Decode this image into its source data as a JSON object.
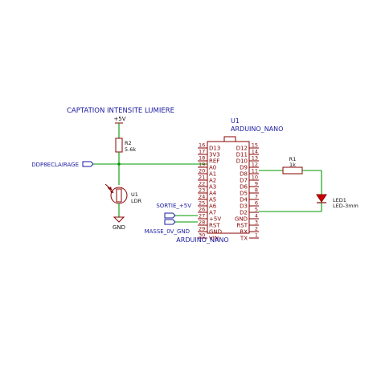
{
  "title": "CAPTATION INTENSITE LUMIERE",
  "power": {
    "vcc_label": "+5V",
    "gnd_label": "GND"
  },
  "r2": {
    "ref": "R2",
    "value": "5.6k"
  },
  "u1_ldr": {
    "ref": "U1",
    "value": "LDR"
  },
  "input_net": "DDP8ECLAIRAGE",
  "output_nets": {
    "sortie": "SORTIE_+5V",
    "masse": "MASSE_0V_GND"
  },
  "arduino": {
    "ref": "U1",
    "name": "ARDUINO_NANO",
    "footer": "ARDUINO_NANO",
    "left_pins": [
      {
        "num": "16",
        "name": "D13"
      },
      {
        "num": "17",
        "name": "3V3"
      },
      {
        "num": "18",
        "name": "REF"
      },
      {
        "num": "19",
        "name": "A0"
      },
      {
        "num": "20",
        "name": "A1"
      },
      {
        "num": "21",
        "name": "A2"
      },
      {
        "num": "22",
        "name": "A3"
      },
      {
        "num": "23",
        "name": "A4"
      },
      {
        "num": "24",
        "name": "A5"
      },
      {
        "num": "25",
        "name": "A6"
      },
      {
        "num": "26",
        "name": "A7"
      },
      {
        "num": "27",
        "name": "+5V"
      },
      {
        "num": "28",
        "name": "RST"
      },
      {
        "num": "29",
        "name": "GND"
      },
      {
        "num": "30",
        "name": "VIN"
      }
    ],
    "right_pins": [
      {
        "num": "15",
        "name": "D12"
      },
      {
        "num": "14",
        "name": "D11"
      },
      {
        "num": "13",
        "name": "D10"
      },
      {
        "num": "12",
        "name": "D9"
      },
      {
        "num": "11",
        "name": "D8"
      },
      {
        "num": "10",
        "name": "D7"
      },
      {
        "num": "9",
        "name": "D6"
      },
      {
        "num": "8",
        "name": "D5"
      },
      {
        "num": "7",
        "name": "D4"
      },
      {
        "num": "6",
        "name": "D3"
      },
      {
        "num": "5",
        "name": "D2"
      },
      {
        "num": "4",
        "name": "GND"
      },
      {
        "num": "3",
        "name": "RST"
      },
      {
        "num": "2",
        "name": "RX"
      },
      {
        "num": "1",
        "name": "TX"
      }
    ]
  },
  "r1": {
    "ref": "R1",
    "value": "1k"
  },
  "led1": {
    "ref": "LED1",
    "value": "LED-3mm"
  },
  "colors": {
    "wire": "#009900",
    "part": "#880000",
    "label": "#1a1aa0",
    "led": "#cc0000"
  }
}
